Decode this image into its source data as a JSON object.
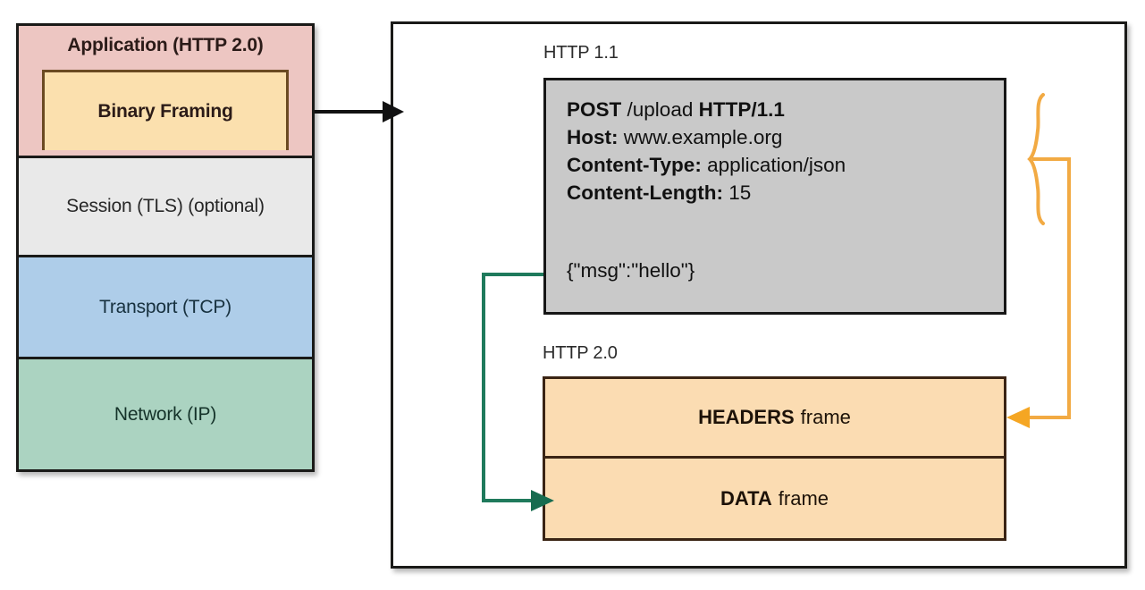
{
  "stack": {
    "layers": [
      {
        "id": "application",
        "label": "Application (HTTP 2.0)",
        "color": "#edc6c2"
      },
      {
        "id": "binary-framing",
        "label": "Binary Framing",
        "color": "#fbe0ae"
      },
      {
        "id": "session",
        "label": "Session (TLS) (optional)",
        "color": "#e9e9e9"
      },
      {
        "id": "transport",
        "label": "Transport (TCP)",
        "color": "#aecde9"
      },
      {
        "id": "network",
        "label": "Network (IP)",
        "color": "#abd3c1"
      }
    ]
  },
  "panel": {
    "http11": {
      "caption": "HTTP 1.1",
      "box_color": "#c9c9c9",
      "request_line": {
        "method": "POST",
        "path": "/upload",
        "version": "HTTP/1.1"
      },
      "headers": [
        {
          "name": "Host:",
          "value": "www.example.org"
        },
        {
          "name": "Content-Type:",
          "value": "application/json"
        },
        {
          "name": "Content-Length:",
          "value": "15"
        }
      ],
      "body": "{\"msg\":\"hello\"}"
    },
    "http20": {
      "caption": "HTTP 2.0",
      "frame_color": "#fbdcb2",
      "frames": [
        {
          "id": "headers-frame",
          "name": "HEADERS",
          "suffix": "frame"
        },
        {
          "id": "data-frame",
          "name": "DATA",
          "suffix": "frame"
        }
      ]
    }
  },
  "connectors": {
    "stack_to_panel": {
      "name": "stack-to-panel-arrow",
      "color": "#111111"
    },
    "headers_brace": {
      "name": "headers-to-headers-frame",
      "color": "#f2a93b"
    },
    "body_line": {
      "name": "body-to-data-frame",
      "color": "#1f7a5c"
    }
  }
}
